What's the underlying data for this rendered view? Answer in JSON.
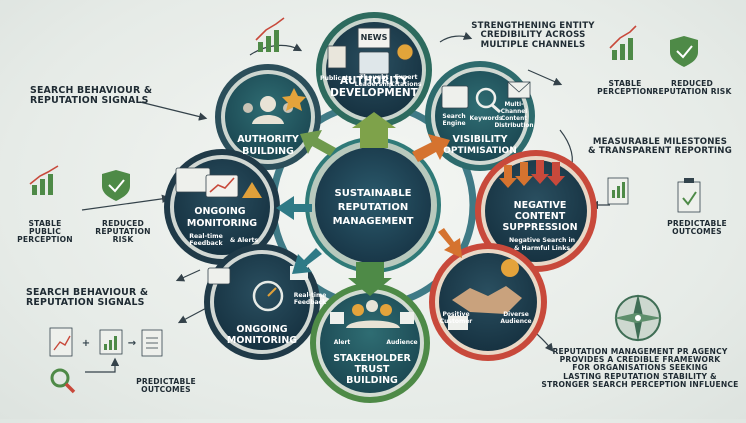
{
  "center": {
    "line1": "SUSTAINABLE",
    "line2": "REPUTATION",
    "line3": "MANAGEMENT"
  },
  "nodes": {
    "authority_development": {
      "line1": "AUTHORITY",
      "line2": "DEVELOPMENT",
      "badge": "NEWS",
      "items": {
        "publicats": "Publicats",
        "thought1": "Thought",
        "thought2": "Leadership",
        "expert1": "Expert",
        "expert2": "Citations"
      }
    },
    "authority_building": {
      "line1": "AUTHORITY",
      "line2": "BUILDING"
    },
    "visibility_optimisation": {
      "line1": "VISIBILITY",
      "line2": "OPTIMISATION",
      "items": {
        "search1": "Search",
        "search2": "Engine",
        "keywords": "Keywords",
        "multi1": "Multi-",
        "multi2": "Channel",
        "multi3": "Content",
        "multi4": "Distribution"
      }
    },
    "ongoing_monitoring_top": {
      "line1": "ONGOING",
      "line2": "MONITORING",
      "items": {
        "rt1": "Real-time",
        "rt2": "Feedback",
        "alerts": "& Alerts"
      }
    },
    "negative_content_suppression": {
      "line1": "NEGATIVE",
      "line2": "CONTENT",
      "line3": "SUPPRESSION",
      "sub1": "Negative Search in",
      "sub2": "& Harmful Links"
    },
    "ongoing_monitoring_bottom": {
      "line1": "ONGOING",
      "line2": "MONITORING",
      "items": {
        "rt1": "Real-time",
        "rt2": "Feedback"
      }
    },
    "stakeholder_trust_building": {
      "line1": "STAKEHOLDER",
      "line2": "TRUST",
      "line3": "BUILDING",
      "items": {
        "alert": "Alert",
        "audience": "Audience"
      }
    },
    "positive_customer": {
      "items": {
        "pos1": "Positive",
        "pos2": "Customer",
        "div1": "Diverse",
        "div2": "Audience"
      }
    }
  },
  "labels": {
    "top_strengthening": [
      "STRENGTHENING ENTITY",
      "CREDIBILITY ACROSS",
      "MULTIPLE CHANNELS"
    ],
    "left_search_top": [
      "SEARCH BEHAVIOUR &",
      "REPUTATION SIGNALS"
    ],
    "right_stable": [
      "STABLE",
      "PERCEPTION"
    ],
    "right_reduced": [
      "REDUCED",
      "REPUTATION RISK"
    ],
    "right_milestones": [
      "MEASURABLE MILESTONES",
      "& TRANSPARENT REPORTING"
    ],
    "right_predictable": [
      "PREDICTABLE",
      "OUTCOMES"
    ],
    "left_stable": [
      "STABLE",
      "PUBLIC",
      "PERCEPTION"
    ],
    "left_reduced": [
      "REDUCED",
      "REPUTATION",
      "RISK"
    ],
    "left_search_bottom": [
      "SEARCH BEHAVIOUR &",
      "REPUTATION SIGNALS"
    ],
    "left_predictable": [
      "PREDICTABLE",
      "OUTCOMES"
    ],
    "bottom_right": [
      "REPUTATION MANAGEMENT PR AGENCY",
      "PROVIDES A CREDIBLE FRAMEWORK",
      "FOR ORGANISATIONS SEEKING",
      "LASTING REPUTATION STABILITY &",
      "STRONGER SEARCH PERCEPTION INFLUENCE"
    ]
  },
  "colors": {
    "navy": "#1d3a4c",
    "teal": "#2f7a78",
    "green": "#4e8a47",
    "orange": "#d5732f",
    "red": "#c8493b",
    "ring_green": "#7ea24a"
  },
  "icons": [
    "chart-up-icon",
    "shield-check-icon",
    "document-icon",
    "magnifier-icon",
    "compass-icon",
    "handshake-icon",
    "people-icon",
    "gauge-icon",
    "warning-icon",
    "envelope-icon",
    "down-arrows-icon"
  ]
}
